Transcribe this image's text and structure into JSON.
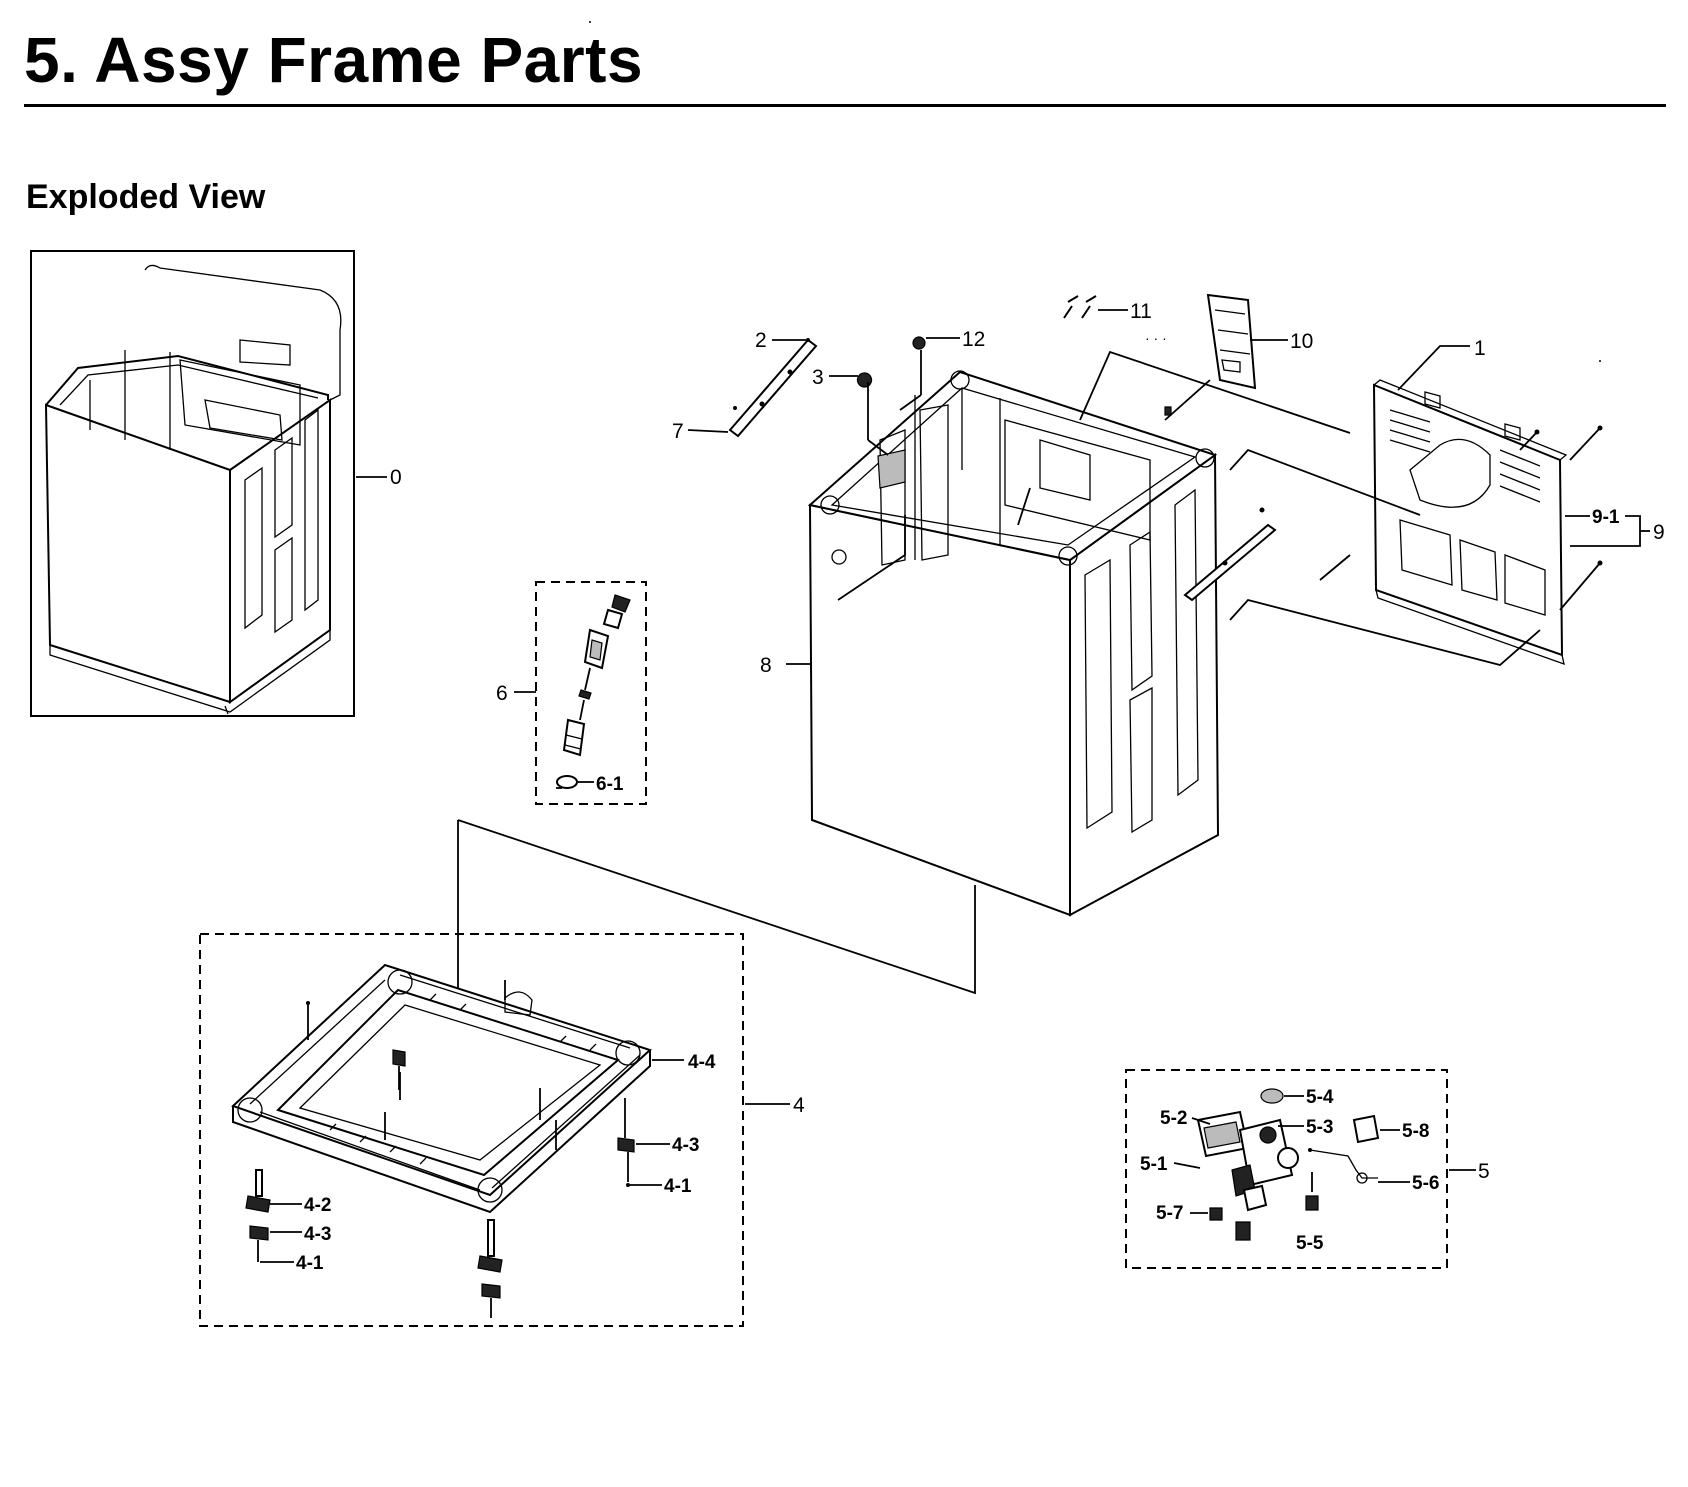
{
  "header": {
    "title": "5.  Assy Frame Parts",
    "subtitle": "Exploded View"
  },
  "callouts": {
    "c0": "0",
    "c1": "1",
    "c2": "2",
    "c3": "3",
    "c4": "4",
    "c4_1a": "4-1",
    "c4_1b": "4-1",
    "c4_2": "4-2",
    "c4_3a": "4-3",
    "c4_3b": "4-3",
    "c4_4": "4-4",
    "c5": "5",
    "c5_1": "5-1",
    "c5_2": "5-2",
    "c5_3": "5-3",
    "c5_4": "5-4",
    "c5_5": "5-5",
    "c5_6": "5-6",
    "c5_7": "5-7",
    "c5_8": "5-8",
    "c6": "6",
    "c6_1": "6-1",
    "c7": "7",
    "c8": "8",
    "c9": "9",
    "c9_1": "9-1",
    "c10": "10",
    "c11": "11",
    "c12": "12"
  }
}
